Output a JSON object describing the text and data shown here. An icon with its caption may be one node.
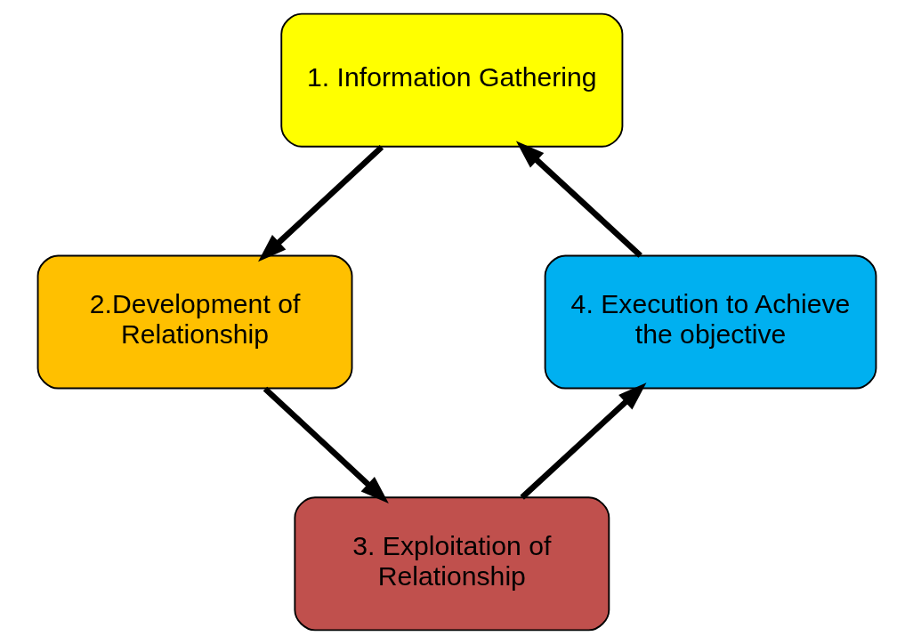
{
  "diagram": {
    "nodes": [
      {
        "text": [
          "1. Information Gathering"
        ]
      },
      {
        "text": [
          "2.Development of Relationship"
        ]
      },
      {
        "text": [
          "3. Exploitation of Relationship"
        ]
      },
      {
        "text": [
          "4. Execution to Achieve the objective"
        ]
      }
    ],
    "edges": [
      {
        "from": 0,
        "to": 1,
        "arrow": "to"
      },
      {
        "from": 1,
        "to": 2,
        "arrow": "to"
      },
      {
        "from": 2,
        "to": 3,
        "arrow": "to"
      },
      {
        "from": 3,
        "to": 0,
        "arrow": "to"
      }
    ]
  }
}
